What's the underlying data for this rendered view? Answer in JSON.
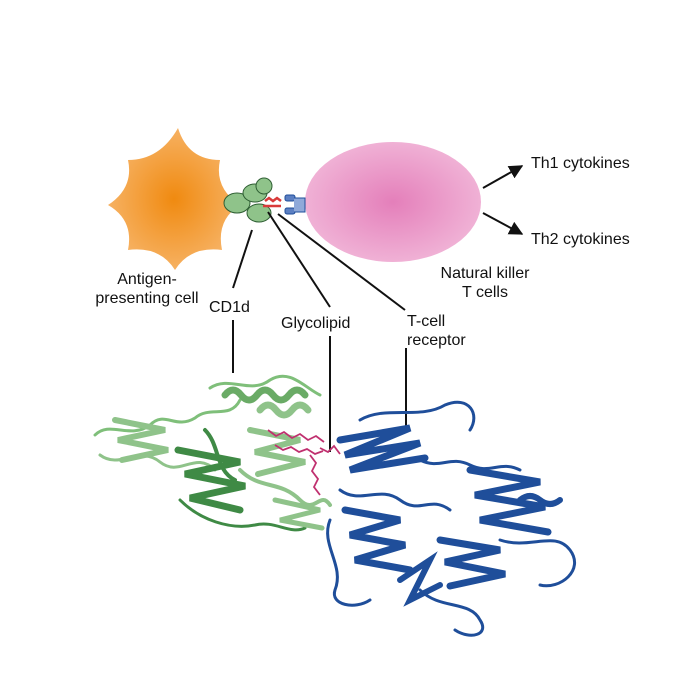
{
  "labels": {
    "antigen_cell_line1": "Antigen-",
    "antigen_cell_line2": "presenting cell",
    "cd1d": "CD1d",
    "glycolipid": "Glycolipid",
    "tcr_line1": "T-cell",
    "tcr_line2": "receptor",
    "nkt_line1": "Natural killer",
    "nkt_line2": "T cells",
    "th1": "Th1 cytokines",
    "th2": "Th2 cytokines"
  },
  "colors": {
    "antigen_cell": "#f19a35",
    "nkt_cell": "#e88fc4",
    "cd1d_green": "#8fc38a",
    "cd1d_dark_green": "#3f8a45",
    "tcr_blue": "#1f4e9a",
    "glycolipid_red": "#d93a3a",
    "glycolipid_magenta": "#c0306f",
    "lines": "#111111"
  }
}
